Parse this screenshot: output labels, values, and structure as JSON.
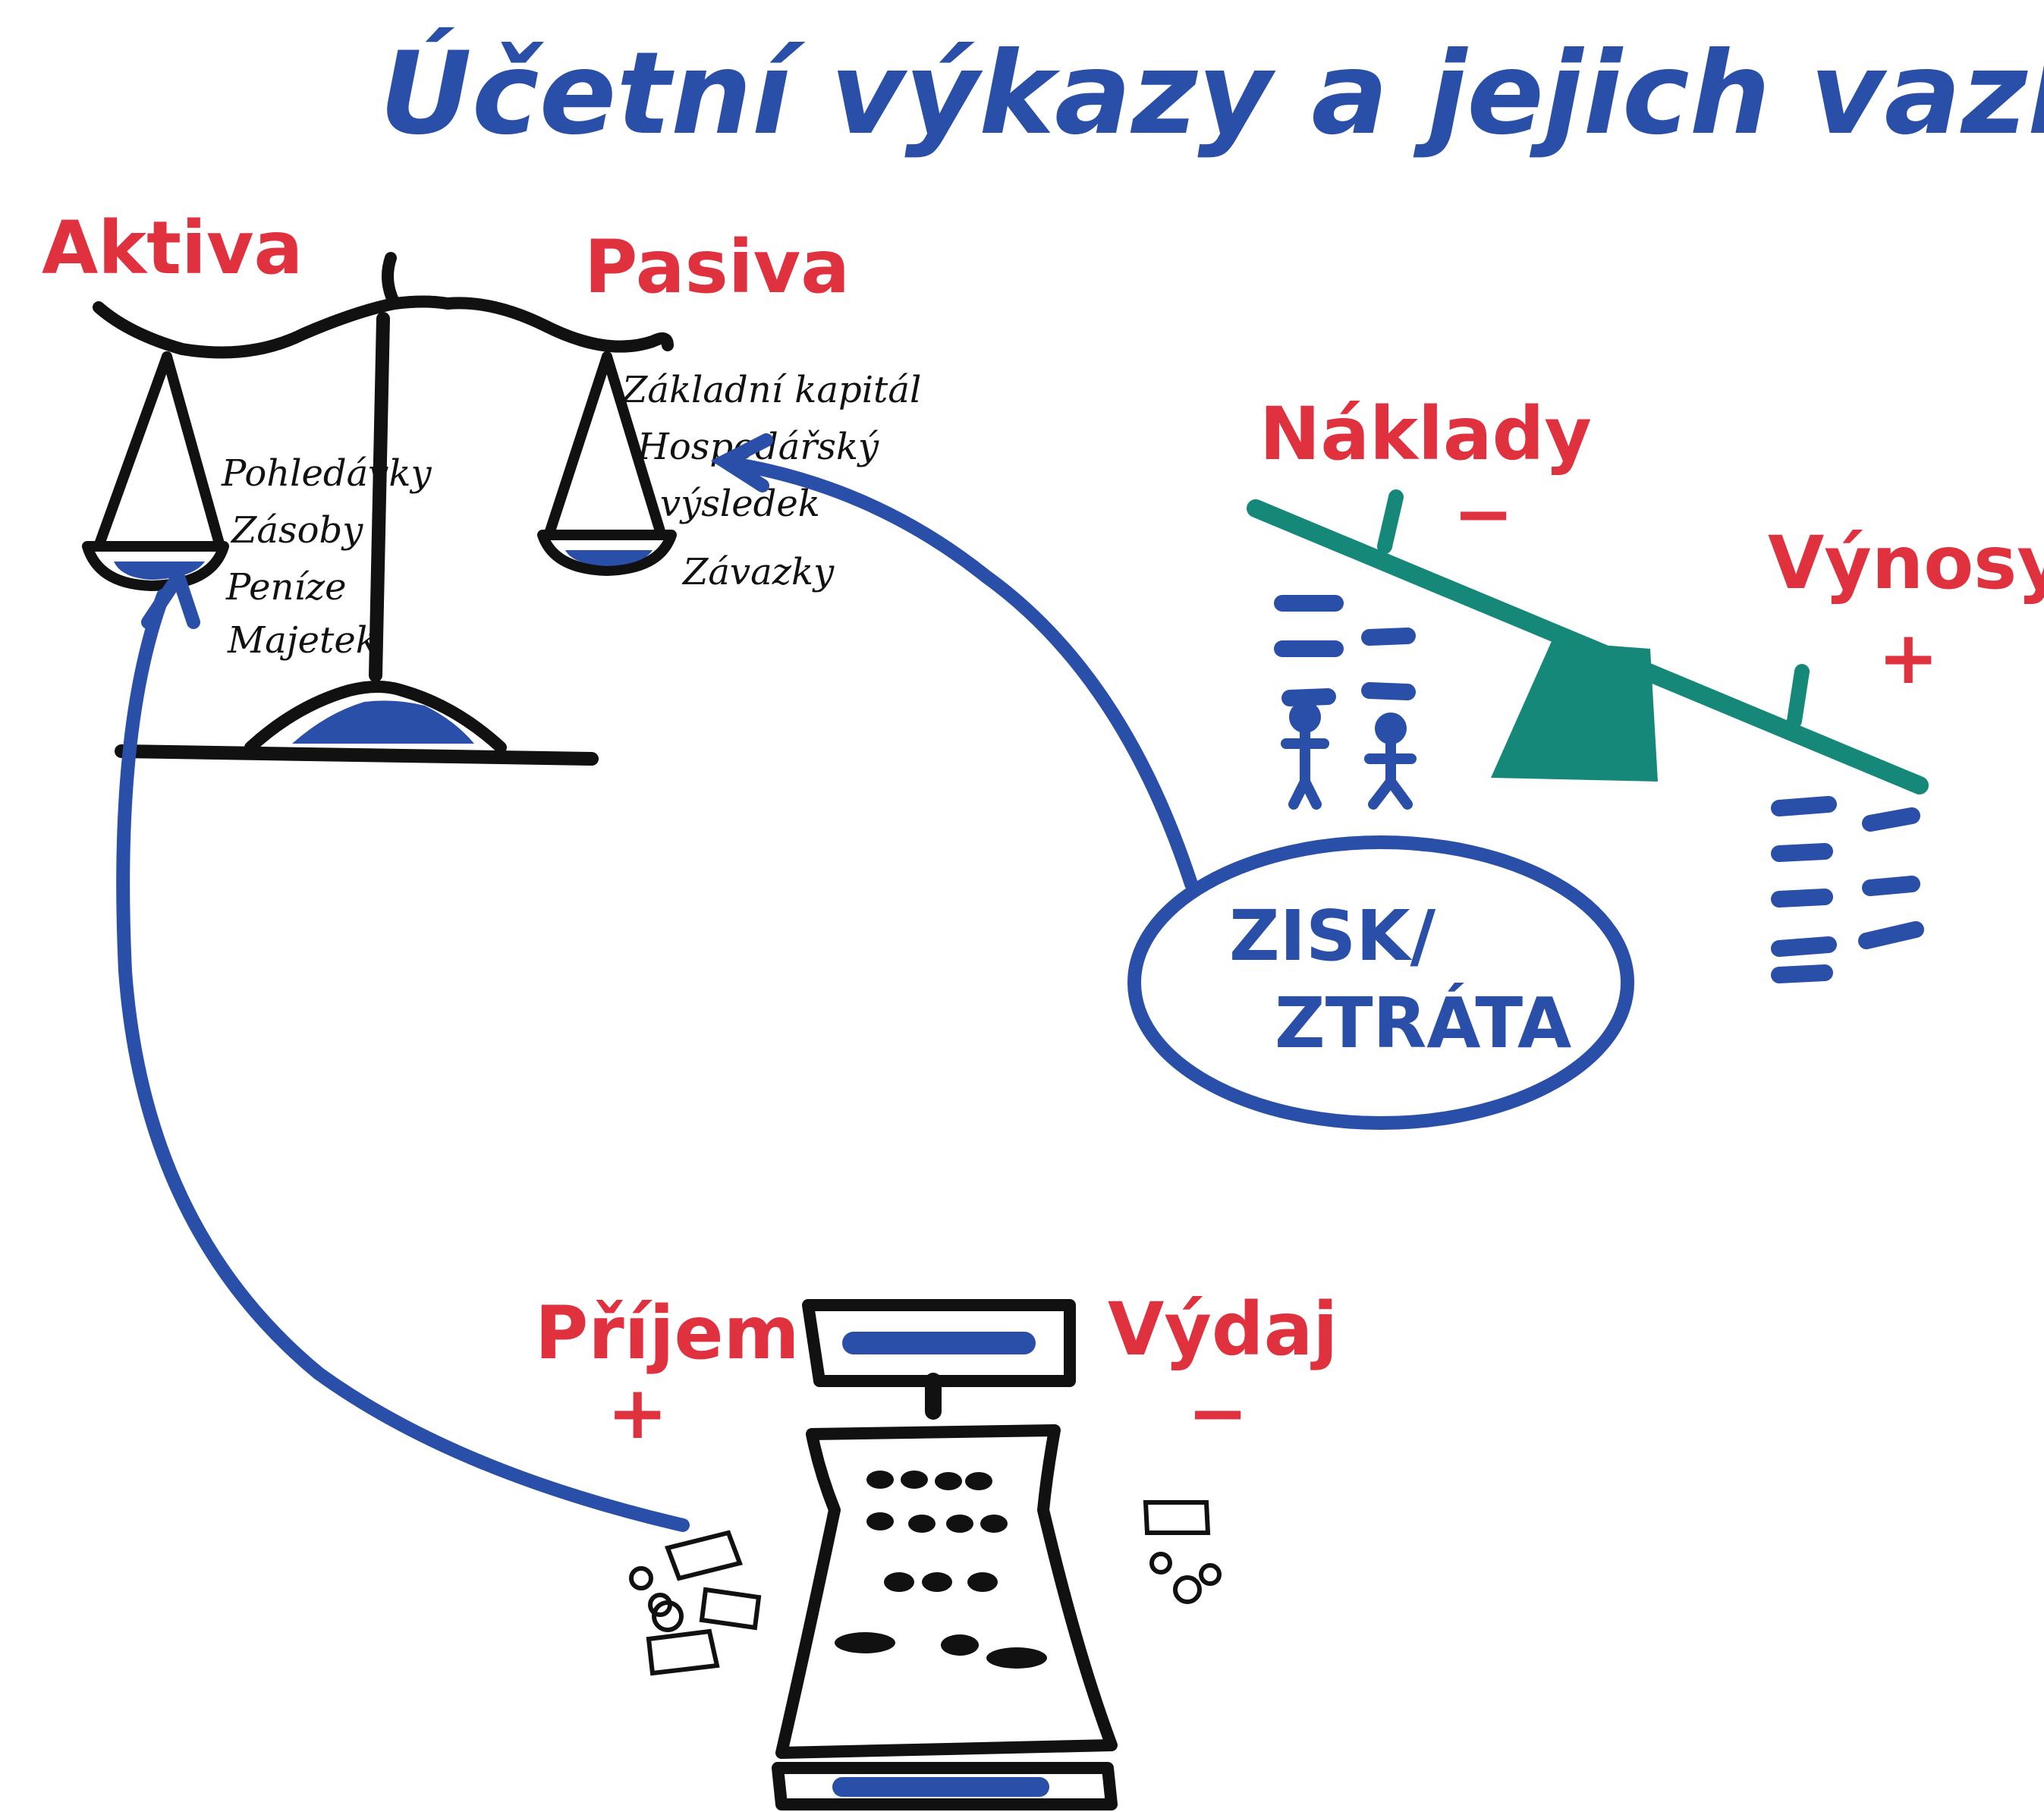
{
  "title": "Účetní výkazy a jejich vazby",
  "balance_sheet": {
    "assets_label": "Aktiva",
    "liabilities_label": "Pasiva",
    "asset_items": [
      "Pohledávky",
      "Zásoby",
      "Peníze",
      "Majetek"
    ],
    "liability_items": [
      "Základní kapitál",
      "Hospodářský",
      "výsledek",
      "Závazky"
    ]
  },
  "income_statement": {
    "costs_label": "Náklady",
    "costs_sign": "−",
    "revenues_label": "Výnosy",
    "revenues_sign": "+",
    "result_line1": "ZISK/",
    "result_line2": "ZTRÁTA"
  },
  "cash_flow": {
    "income_label": "Příjem",
    "income_sign": "+",
    "expense_label": "Výdaj",
    "expense_sign": "−"
  },
  "colors": {
    "blue": "#2a4fa8",
    "red": "#e0313e",
    "teal": "#15887a",
    "black": "#111111"
  }
}
